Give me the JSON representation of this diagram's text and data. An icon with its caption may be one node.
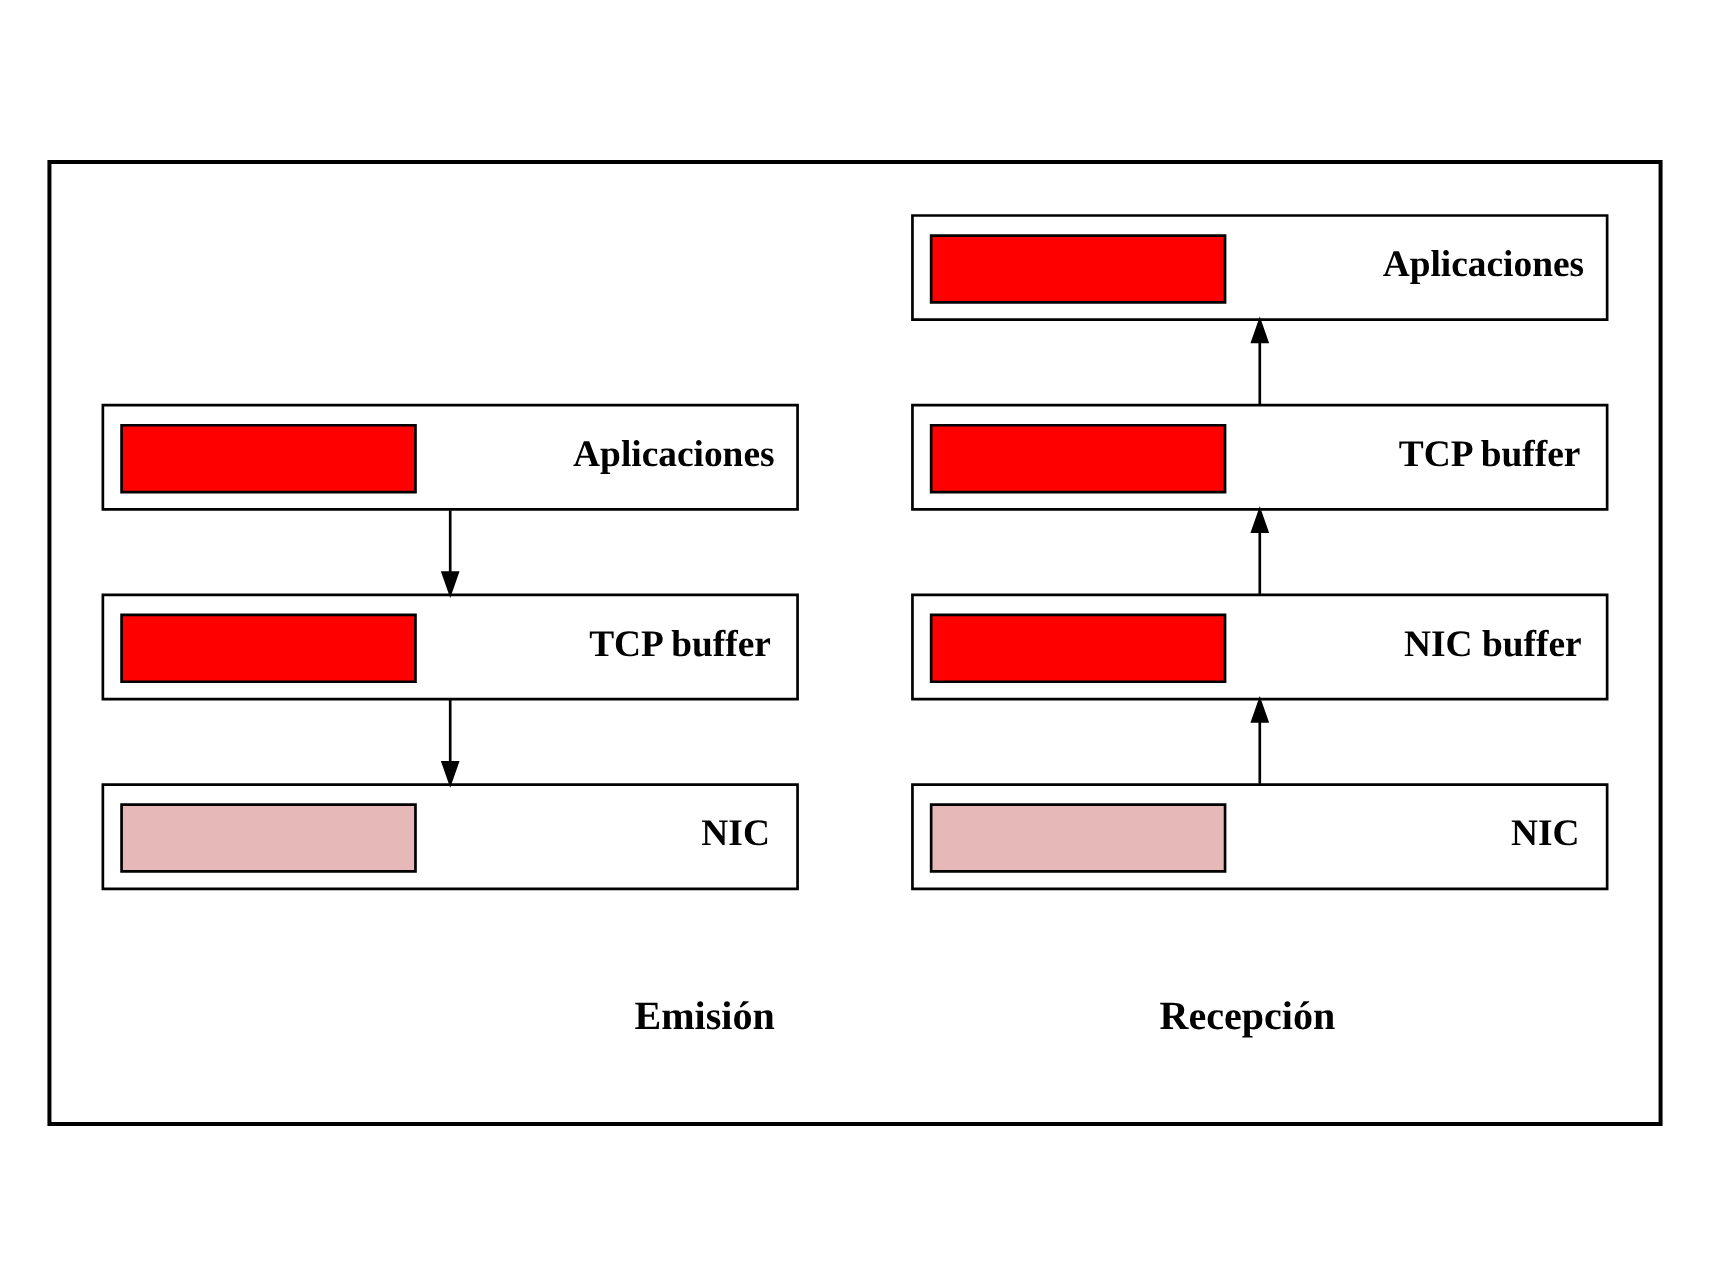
{
  "diagram": {
    "nodes": [
      {
        "text": [],
        "shape": "box"
      },
      {
        "text": [
          "Aplicaciones"
        ],
        "in": 0
      },
      {
        "text": [
          "Aplicaciones"
        ],
        "in": 0
      },
      {
        "text": [
          "TCP buffer"
        ],
        "in": 0
      },
      {
        "text": [
          "TCP buffer"
        ],
        "in": 0
      },
      {
        "text": [
          "NIC buffer"
        ],
        "in": 0
      },
      {
        "text": [
          "NIC"
        ],
        "in": 0
      },
      {
        "text": [
          "NIC"
        ],
        "in": 0
      }
    ],
    "edges": [
      {
        "from": 2,
        "to": 4,
        "arrow": "to"
      },
      {
        "from": 4,
        "to": 6,
        "arrow": "to"
      },
      {
        "from": 7,
        "to": 5,
        "arrow": "to"
      },
      {
        "from": 5,
        "to": 3,
        "arrow": "to"
      },
      {
        "from": 3,
        "to": 1,
        "arrow": "to"
      }
    ],
    "labels": [
      "Emisión",
      "Recepción"
    ]
  }
}
